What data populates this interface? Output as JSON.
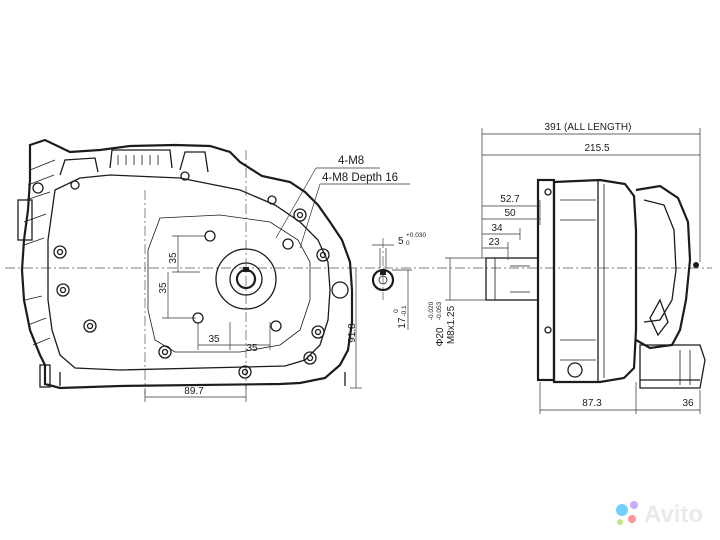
{
  "front_view": {
    "thread_note": "4-M8",
    "thread_depth_note": "4-M8 Depth 16",
    "dim_35_top": "35",
    "dim_35_left": "35",
    "dim_35_bottom_left": "35",
    "dim_35_bottom_right": "35",
    "dim_91_8": "91.8",
    "dim_89_7": "89.7"
  },
  "keyway_detail": {
    "dim_5": "5",
    "dim_5_tol_upper": "+0.030",
    "dim_5_tol_lower": "0",
    "dim_17": "17",
    "dim_17_tol_upper": "0",
    "dim_17_tol_lower": "-0.1"
  },
  "side_view": {
    "dim_391": "391  (ALL LENGTH)",
    "dim_215_5": "215.5",
    "dim_52_7": "52.7",
    "dim_50": "50",
    "dim_34": "34",
    "dim_23": "23",
    "dim_shaft": "Φ20",
    "dim_shaft_tol_upper": "-0.020",
    "dim_shaft_tol_lower": "-0.053",
    "dim_thread": "M8x1.25",
    "dim_87_3": "87.3",
    "dim_36": "36"
  },
  "watermark": {
    "text": "Avito",
    "colors": [
      "#00aaff",
      "#a169f7",
      "#ff4053",
      "#97cf26"
    ]
  }
}
